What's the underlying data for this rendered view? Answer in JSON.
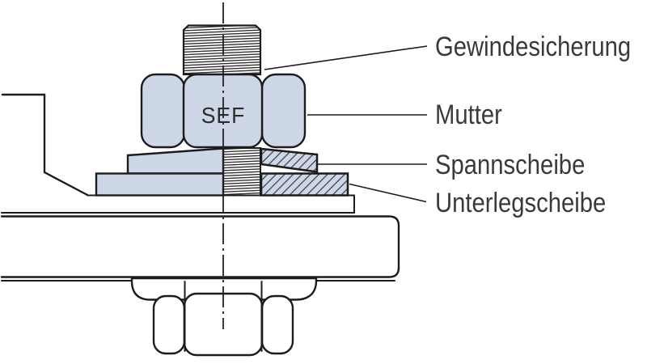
{
  "drawing": {
    "marking": "SEF",
    "labels": {
      "thread_locking": "Gewindesicherung",
      "nut": "Mutter",
      "clamping_washer": "Spannscheibe",
      "washer": "Unterlegscheibe"
    },
    "colors": {
      "part_fill": "#cdd7e8",
      "outline": "#1c1c1c",
      "label_text": "#3a3a3a",
      "background": "#ffffff"
    }
  }
}
